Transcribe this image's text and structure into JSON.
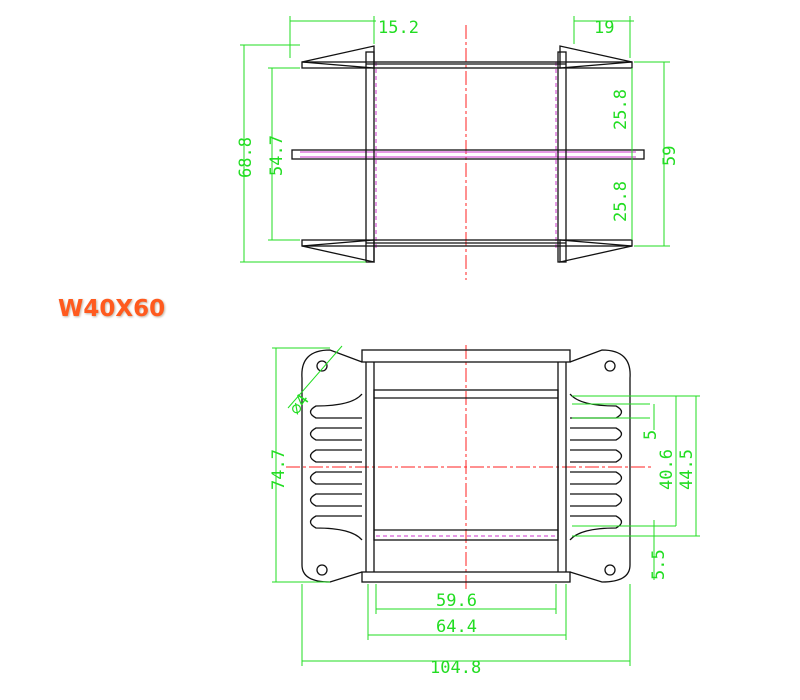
{
  "model": "W40X60",
  "colors": {
    "outline": "#111111",
    "dimension": "#22dd22",
    "centerline": "#ff2222",
    "hidden": "#cc33cc",
    "title": "#ff5a1e"
  },
  "top_view": {
    "dims": {
      "pin_width_left": "15.2",
      "pin_width_right": "19",
      "overall_height": "68.8",
      "inner_height": "54.7",
      "half_height_top": "25.8",
      "half_height_bottom": "25.8",
      "right_height": "59"
    }
  },
  "bottom_view": {
    "dims": {
      "hole_diameter": "4",
      "height": "74.7",
      "fin_pitch": "5",
      "inner_span": "40.6",
      "outer_span": "44.5",
      "bottom_gap": "5.5",
      "inner_width": "59.6",
      "mid_width": "64.4",
      "overall_width": "104.8"
    }
  }
}
